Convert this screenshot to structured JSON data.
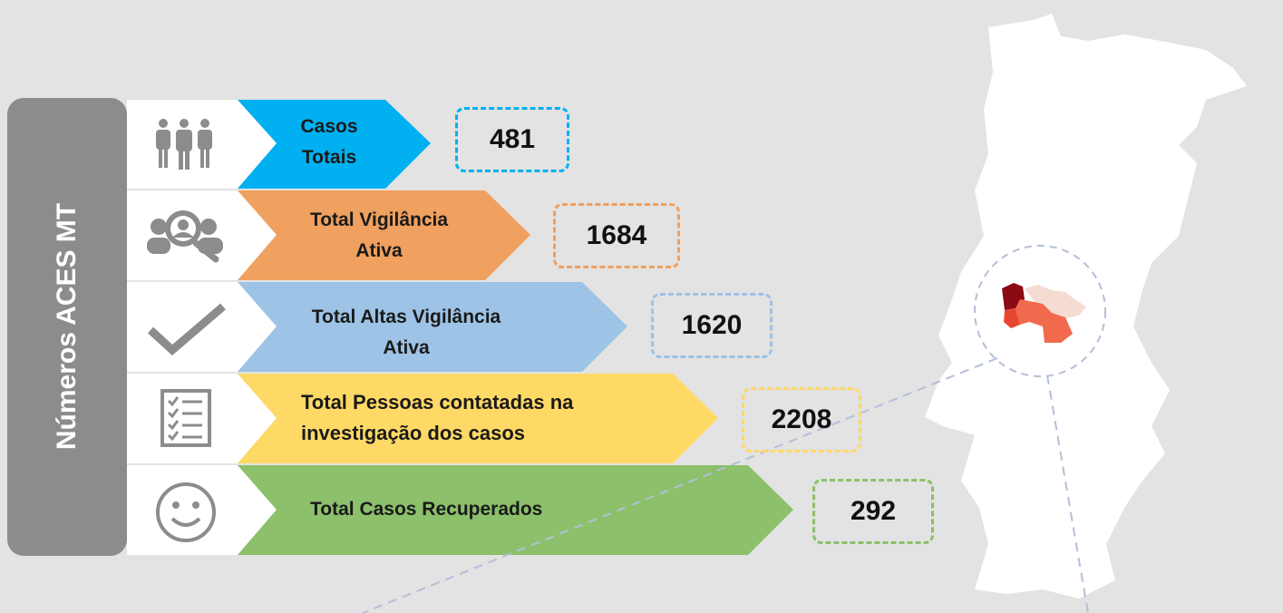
{
  "side_title": "Números ACES MT",
  "rows": [
    {
      "label_l1": "Casos",
      "label_l2": "Totais",
      "value": "481",
      "color": "#00b0f0",
      "icon": "people-group-icon"
    },
    {
      "label_l1": "Total Vigilância",
      "label_l2": "Ativa",
      "value": "1684",
      "color": "#f0a05f",
      "icon": "people-search-icon"
    },
    {
      "label_l1": "Total Altas Vigilância",
      "label_l2": "Ativa",
      "value": "1620",
      "color": "#9dc3e6",
      "icon": "checkmark-icon"
    },
    {
      "label_l1": "Total Pessoas contatadas na",
      "label_l2": "investigação dos casos",
      "value": "2208",
      "color": "#ffd966",
      "icon": "checklist-icon"
    },
    {
      "label_l1": "Total Casos Recuperados",
      "label_l2": "",
      "value": "292",
      "color": "#8cc06b",
      "icon": "smiley-icon"
    }
  ]
}
